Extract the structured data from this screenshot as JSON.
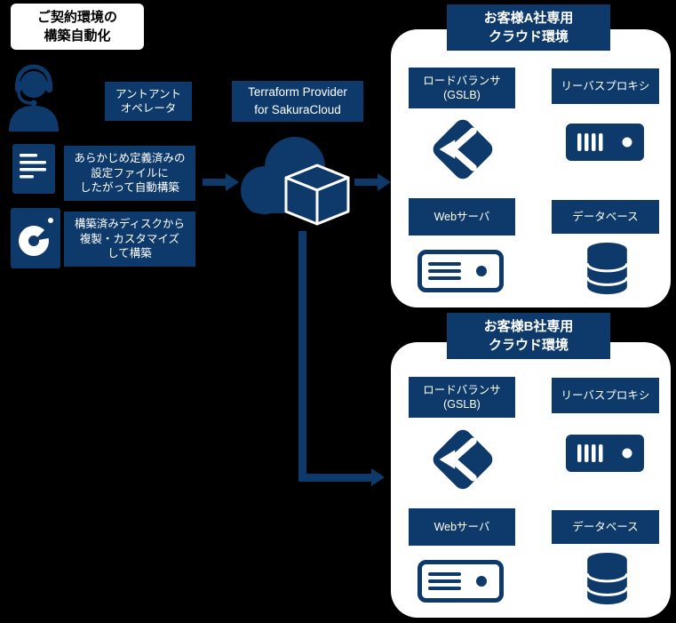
{
  "colors": {
    "navy": "#0d3a6b",
    "background": "#000000",
    "panel": "#ffffff",
    "text_on_navy": "#ffffff"
  },
  "intro_box": {
    "text": "ご契約環境の\n構築自動化"
  },
  "left": {
    "operator_label": "アントアント\nオペレータ",
    "config_label": "あらかじめ定義済みの\n設定ファイルに\nしたがって自動構築",
    "disk_label": "構築済みディスクから\n複製・カスタマイズ\nして構築"
  },
  "terraform": {
    "label": "Terraform Provider\nfor SakuraCloud"
  },
  "environments": [
    {
      "title": "お客様A社専用\nクラウド環境",
      "load_balancer_label": "ロードバランサ\n(GSLB)",
      "reverse_proxy_label": "リーバスプロキシ",
      "web_server_label": "Webサーバ",
      "database_label": "データベース"
    },
    {
      "title": "お客様B社専用\nクラウド環境",
      "load_balancer_label": "ロードバランサ\n(GSLB)",
      "reverse_proxy_label": "リーバスプロキシ",
      "web_server_label": "Webサーバ",
      "database_label": "データベース"
    }
  ],
  "icons": {
    "operator": "operator-headset-icon",
    "config": "document-icon",
    "disk": "disk-icon",
    "cloud": "cloud-cube-icon",
    "load_balancer": "load-balancer-icon",
    "reverse_proxy": "reverse-proxy-server-icon",
    "web_server": "web-server-icon",
    "database": "database-icon"
  }
}
